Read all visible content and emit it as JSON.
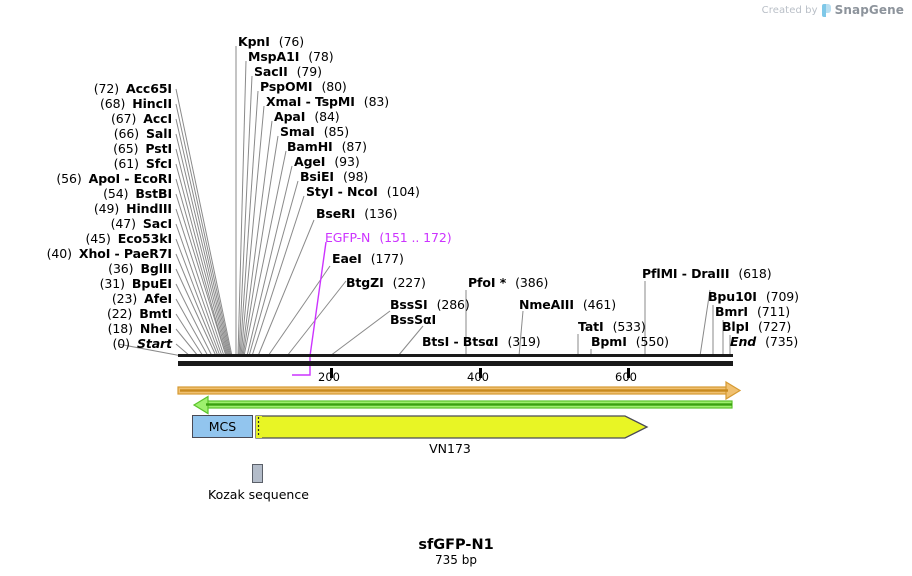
{
  "watermark": {
    "prefix": "Created by",
    "brand": "SnapGene"
  },
  "construct": {
    "name": "sfGFP-N1",
    "length_label": "735 bp"
  },
  "ruler": {
    "start": 0,
    "end": 735,
    "ticks": [
      {
        "label": "200",
        "value": 200
      },
      {
        "label": "400",
        "value": 400
      },
      {
        "label": "600",
        "value": 600
      }
    ]
  },
  "features": [
    {
      "name": "MCS",
      "kind": "box",
      "color": "#92c5ee"
    },
    {
      "name": "VN173",
      "kind": "arrow",
      "color": "#e8f525"
    },
    {
      "name": "Kozak sequence",
      "kind": "small-box",
      "color": "#b3bcc9"
    }
  ],
  "tracks": [
    {
      "name": "orange-sense-arrow",
      "color": "#e8a33d",
      "direction": "right"
    },
    {
      "name": "green-antisense-arrow",
      "color": "#66dd3d",
      "direction": "left"
    }
  ],
  "sites_left": [
    {
      "pos": "(72)",
      "name": "Acc65I"
    },
    {
      "pos": "(68)",
      "name": "HincII"
    },
    {
      "pos": "(67)",
      "name": "AccI"
    },
    {
      "pos": "(66)",
      "name": "SalI"
    },
    {
      "pos": "(65)",
      "name": "PstI"
    },
    {
      "pos": "(61)",
      "name": "SfcI"
    },
    {
      "pos": "(56)",
      "name": "ApoI - EcoRI"
    },
    {
      "pos": "(54)",
      "name": "BstBI"
    },
    {
      "pos": "(49)",
      "name": "HindIII"
    },
    {
      "pos": "(47)",
      "name": "SacI"
    },
    {
      "pos": "(45)",
      "name": "Eco53kI"
    },
    {
      "pos": "(40)",
      "name": "XhoI - PaeR7I"
    },
    {
      "pos": "(36)",
      "name": "BglII"
    },
    {
      "pos": "(31)",
      "name": "BpuEI"
    },
    {
      "pos": "(23)",
      "name": "AfeI"
    },
    {
      "pos": "(22)",
      "name": "BmtI"
    },
    {
      "pos": "(18)",
      "name": "NheI"
    },
    {
      "pos": "(0)",
      "name": "Start",
      "italic": true
    }
  ],
  "sites_right": [
    {
      "name": "KpnI",
      "pos": "(76)"
    },
    {
      "name": "MspA1I",
      "pos": "(78)"
    },
    {
      "name": "SacII",
      "pos": "(79)"
    },
    {
      "name": "PspOMI",
      "pos": "(80)"
    },
    {
      "name": "XmaI - TspMI",
      "pos": "(83)"
    },
    {
      "name": "ApaI",
      "pos": "(84)"
    },
    {
      "name": "SmaI",
      "pos": "(85)"
    },
    {
      "name": "BamHI",
      "pos": "(87)"
    },
    {
      "name": "AgeI",
      "pos": "(93)"
    },
    {
      "name": "BsiEI",
      "pos": "(98)"
    },
    {
      "name": "StyI - NcoI",
      "pos": "(104)"
    },
    {
      "name": "BseRI",
      "pos": "(136)"
    },
    {
      "name": "EGFP-N",
      "pos": "(151 .. 172)",
      "purple": true
    },
    {
      "name": "EaeI",
      "pos": "(177)"
    },
    {
      "name": "BtgZI",
      "pos": "(227)"
    },
    {
      "name": "BssSI",
      "name2": "BssSαI",
      "pos": "(286)"
    },
    {
      "name": "BtsI - BtsαI",
      "pos": "(319)"
    },
    {
      "name": "PfoI *",
      "pos": "(386)"
    },
    {
      "name": "NmeAIII",
      "pos": "(461)"
    },
    {
      "name": "TatI",
      "pos": "(533)"
    },
    {
      "name": "BpmI",
      "pos": "(550)"
    },
    {
      "name": "PflMI - DraIII",
      "pos": "(618)"
    },
    {
      "name": "Bpu10I",
      "pos": "(709)"
    },
    {
      "name": "BmrI",
      "pos": "(711)"
    },
    {
      "name": "BlpI",
      "pos": "(727)"
    },
    {
      "name": "End",
      "pos": "(735)",
      "italic": true
    }
  ]
}
